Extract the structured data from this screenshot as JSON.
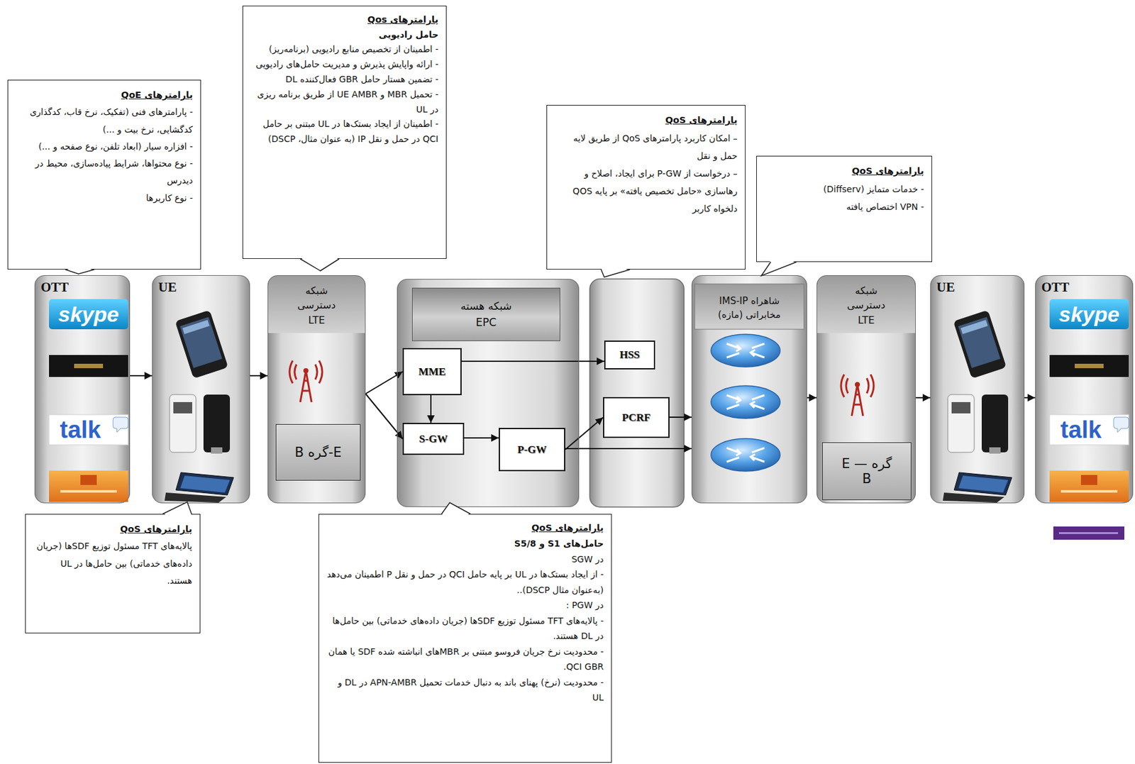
{
  "diagram": {
    "nodes": [
      {
        "text": [
          "پارامترهای Qos",
          "حامل رادیویی",
          "- اطمینان از تخصیص منابع رادیویی (برنامه‌ریز)",
          "- ارائه واپایش پذیرش و مدیریت حامل‌های رادیویی",
          "- تضمین هستار حامل GBR فعال‌کننده DL",
          "- تحمیل MBR و UE AMBR از طریق برنامه ریزی در UL",
          "- اطمینان از ایجاد بستک‌ها در UL مبتنی بر حامل QCI در حمل و نقل IP (به عنوان مثال، DSCP)"
        ]
      },
      {
        "text": [
          "پارامترهای QoE",
          "- پارامترهای فنی (تفکیک، نرخ قاب، کدگذاری کدگشایی، نرخ بیت و ...)",
          "- افزاره سیار (ابعاد تلفن، نوع صفحه و ...)",
          "- نوع محتواها، شرایط پیاده‌سازی، محیط در دیدرس",
          "- نوع کاربرها"
        ]
      },
      {
        "text": [
          "پارامترهای QoS",
          "– امکان کاربرد پارامترهای QoS از طریق لایه حمل و نقل",
          "– درخواست از P-GW برای ایجاد، اصلاح و رهاسازی «حامل تخصیص یافته» بر پایه QOS دلخواه کاربر"
        ]
      },
      {
        "text": [
          "پارامترهای QoS",
          "- خدمات متمایز (Diffserv)",
          "- VPN اختصاص یافته"
        ]
      },
      {
        "text": [
          "OTT"
        ]
      },
      {
        "text": [
          "UE"
        ]
      },
      {
        "text": [
          "شبکه دسترسی LTE"
        ]
      },
      {
        "text": [
          "E-گره B"
        ],
        "in": 6
      },
      {
        "text": [
          "شبکه هسته EPC"
        ]
      },
      {
        "text": [
          "MME"
        ],
        "in": 8
      },
      {
        "text": [
          "S-GW"
        ],
        "in": 8
      },
      {
        "text": [
          "P-GW"
        ],
        "in": 8
      },
      {
        "text": [
          "HSS"
        ]
      },
      {
        "text": [
          "PCRF"
        ]
      },
      {
        "text": [
          "شاهراه IMS-IP مخابراتی (مازه)"
        ]
      },
      {
        "text": [
          "شبکه دسترسی LTE"
        ]
      },
      {
        "text": [
          "گره — E B"
        ],
        "in": 15
      },
      {
        "text": [
          "UE"
        ]
      },
      {
        "text": [
          "OTT"
        ]
      },
      {
        "text": [
          "پارامترهای QoS",
          "پالایه‌های TFT مسئول توزیع SDFها (جریان داده‌های خدماتی) بین حامل‌ها در UL هستند."
        ]
      },
      {
        "text": [
          "پارامترهای QoS",
          "حامل‌های S1 و S5/8",
          "در SGW",
          "- از ایجاد بستک‌ها در UL بر پایه حامل QCI در حمل و نقل P اطمینان می‌دهد (به‌عنوان مثال DSCP)..",
          "در PGW :",
          "- پالایه‌های TFT مسئول توزیع SDFها (جریان داده‌های خدماتی) بین حامل‌ها در DL هستند.",
          "- محدودیت نرخ جریان فروسو مبتنی بر MBRهای انباشته شده SDF یا همان QCI GBR.",
          "- محدودیت (نرخ) پهنای باند به دنبال خدمات تحمیل APN-AMBR در DL و UL"
        ]
      }
    ],
    "edges": [
      {
        "from": 4,
        "to": 5,
        "arrow": "to"
      },
      {
        "from": 5,
        "to": 6,
        "arrow": "to"
      },
      {
        "from": 6,
        "to": 9,
        "arrow": "to"
      },
      {
        "from": 6,
        "to": 10,
        "arrow": "to"
      },
      {
        "from": 9,
        "to": 12,
        "arrow": "to"
      },
      {
        "from": 9,
        "to": 10,
        "arrow": "to"
      },
      {
        "from": 10,
        "to": 11,
        "arrow": "to"
      },
      {
        "from": 11,
        "to": 13,
        "arrow": "to"
      },
      {
        "from": 11,
        "to": 14,
        "arrow": "to"
      },
      {
        "from": 13,
        "to": 14,
        "arrow": "to"
      },
      {
        "from": 14,
        "to": 15,
        "arrow": "to"
      },
      {
        "from": 15,
        "to": 17,
        "arrow": "to"
      },
      {
        "from": 17,
        "to": 18,
        "arrow": "to"
      }
    ],
    "labels": [
      "skype",
      "talk",
      "skype",
      "talk"
    ]
  }
}
